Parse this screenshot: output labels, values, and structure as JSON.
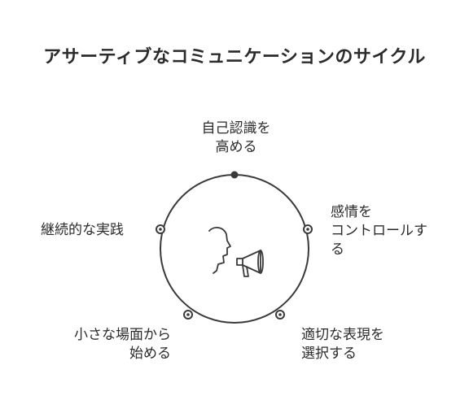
{
  "title": "アサーティブなコミュニケーションのサイクル",
  "icon": "speaker-megaphone-icon",
  "steps": [
    {
      "lines": [
        "自己認識を",
        "高める"
      ]
    },
    {
      "lines": [
        "感情を",
        "コントロールす",
        "る"
      ]
    },
    {
      "lines": [
        "適切な表現を",
        "選択する"
      ]
    },
    {
      "lines": [
        "小さな場面から",
        "始める"
      ]
    },
    {
      "lines": [
        "継続的な実践"
      ]
    }
  ],
  "colors": {
    "stroke": "#3a3a3a",
    "text": "#2b2b2b",
    "background": "#ffffff"
  }
}
